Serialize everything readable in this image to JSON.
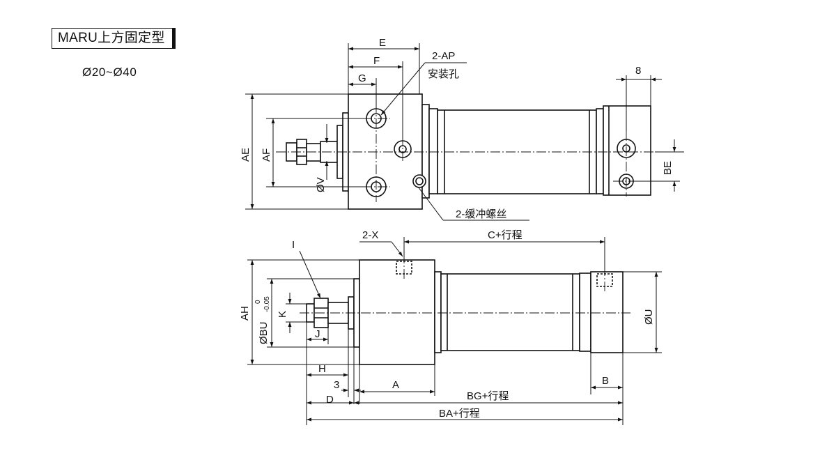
{
  "header": {
    "title": "MARU上方固定型",
    "bore_range": "Ø20~Ø40"
  },
  "top_view": {
    "labels": {
      "E": "E",
      "F": "F",
      "G": "G",
      "mount_hole_qty": "2-AP",
      "mount_hole_name": "安装孔",
      "dim_8": "8",
      "AE": "AE",
      "AF": "AF",
      "V": "ØV",
      "BE": "BE",
      "thread": "2-缓冲螺丝"
    }
  },
  "side_view": {
    "labels": {
      "X": "2-X",
      "C": "C+行程",
      "I": "I",
      "AH": "AH",
      "BU": "ØBU",
      "BU_tol_upper": "0",
      "BU_tol_lower": "-0.05",
      "K": "K",
      "J": "J",
      "U": "ØU",
      "H": "H",
      "dim_3": "3",
      "A": "A",
      "BG": "BG+行程",
      "B": "B",
      "D": "D",
      "BA": "BA+行程"
    }
  },
  "colors": {
    "line": "#111111",
    "body_fill": "#ffffff",
    "center_line": "#111111"
  }
}
